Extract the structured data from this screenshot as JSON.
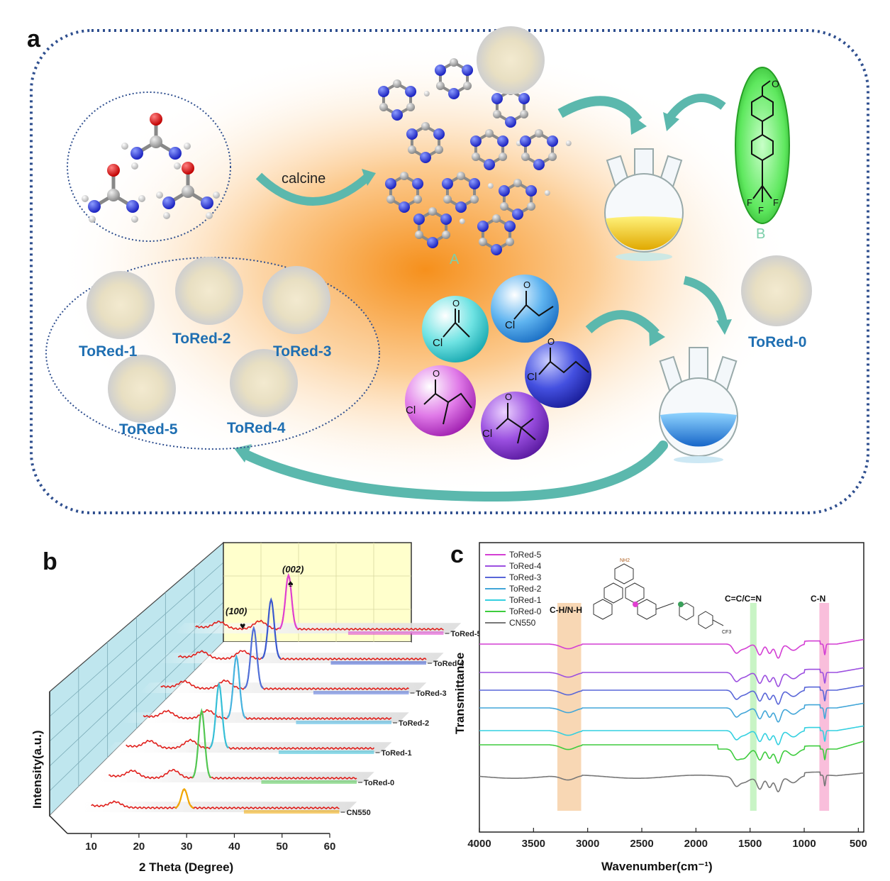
{
  "panel_a": {
    "letter": "a",
    "arrow_label": "calcine",
    "label_A": "A",
    "label_B": "B",
    "products": [
      "ToRed-1",
      "ToRed-2",
      "ToRed-3",
      "ToRed-5",
      "ToRed-4"
    ],
    "product_0": "ToRed-0",
    "atom_labels": {
      "cl": "Cl",
      "o": "O",
      "f": "F"
    },
    "colors": {
      "bg_glow": "#f7931e",
      "border": "#2f4f8f",
      "arrow": "#5bb8ad",
      "solution_yellow": "#f2c200",
      "solution_blue": "#2a8fe0",
      "sphere_green": "#7cf27c"
    }
  },
  "panel_b": {
    "letter": "b",
    "annotations": [
      "(100)",
      "(002)"
    ],
    "colors": {
      "wall": "#bfe6ee",
      "top_panel": "#ffffcc",
      "curve": "#e0201c"
    }
  },
  "panel_c": {
    "letter": "c",
    "bands": [
      "C-H/N-H",
      "C=C/C=N",
      "C-N"
    ],
    "band_colors": [
      "#f6c99b",
      "#b6f0b2",
      "#f7a8cf"
    ],
    "structure_labels": {
      "top": "NH2",
      "side": "CF3"
    }
  },
  "chart_data": [
    {
      "type": "line",
      "panel": "b",
      "title": "",
      "xlabel": "2 Theta (Degree)",
      "ylabel": "Intensity(a.u.)",
      "x_ticks": [
        10,
        20,
        30,
        40,
        50,
        60
      ],
      "xlim": [
        5,
        60
      ],
      "series": [
        {
          "name": "CN550",
          "peaks": [
            {
              "x": 13.0,
              "h": 0.08
            },
            {
              "x": 27.5,
              "h": 0.28
            }
          ],
          "color": "#f0a800"
        },
        {
          "name": "ToRed-0",
          "peaks": [
            {
              "x": 13.0,
              "h": 0.1
            },
            {
              "x": 21.5,
              "h": 0.12
            },
            {
              "x": 27.5,
              "h": 1.0
            }
          ],
          "color": "#52c852"
        },
        {
          "name": "ToRed-1",
          "peaks": [
            {
              "x": 13.0,
              "h": 0.1
            },
            {
              "x": 21.5,
              "h": 0.12
            },
            {
              "x": 27.5,
              "h": 0.95
            }
          ],
          "color": "#36c0d8"
        },
        {
          "name": "ToRed-2",
          "peaks": [
            {
              "x": 13.0,
              "h": 0.1
            },
            {
              "x": 21.5,
              "h": 0.12
            },
            {
              "x": 27.5,
              "h": 0.92
            }
          ],
          "color": "#45b4e0"
        },
        {
          "name": "ToRed-3",
          "peaks": [
            {
              "x": 13.0,
              "h": 0.1
            },
            {
              "x": 21.5,
              "h": 0.12
            },
            {
              "x": 27.5,
              "h": 0.9
            }
          ],
          "color": "#5070d8"
        },
        {
          "name": "ToRed-4",
          "peaks": [
            {
              "x": 13.0,
              "h": 0.1
            },
            {
              "x": 21.5,
              "h": 0.12
            },
            {
              "x": 27.5,
              "h": 0.88
            }
          ],
          "color": "#3a5ad0"
        },
        {
          "name": "ToRed-5",
          "peaks": [
            {
              "x": 13.0,
              "h": 0.1
            },
            {
              "x": 21.5,
              "h": 0.12
            },
            {
              "x": 27.5,
              "h": 0.8
            }
          ],
          "color": "#e040d0"
        }
      ]
    },
    {
      "type": "line",
      "panel": "c",
      "title": "",
      "xlabel": "Wavenumber(cm⁻¹)",
      "ylabel": "Transmittance",
      "x_ticks": [
        4000,
        3500,
        3000,
        2500,
        2000,
        1500,
        1000,
        500
      ],
      "xlim": [
        4000,
        450
      ],
      "x_reversed": true,
      "band_positions": [
        3160,
        1460,
        810
      ],
      "legend": "top-left",
      "series": [
        {
          "name": "ToRed-5",
          "color": "#d43fd4"
        },
        {
          "name": "ToRed-4",
          "color": "#9c4fe0"
        },
        {
          "name": "ToRed-3",
          "color": "#5966d8"
        },
        {
          "name": "ToRed-2",
          "color": "#42a6d8"
        },
        {
          "name": "ToRed-1",
          "color": "#34d0e0"
        },
        {
          "name": "ToRed-0",
          "color": "#3ecc3e"
        },
        {
          "name": "CN550",
          "color": "#777777"
        }
      ]
    }
  ]
}
